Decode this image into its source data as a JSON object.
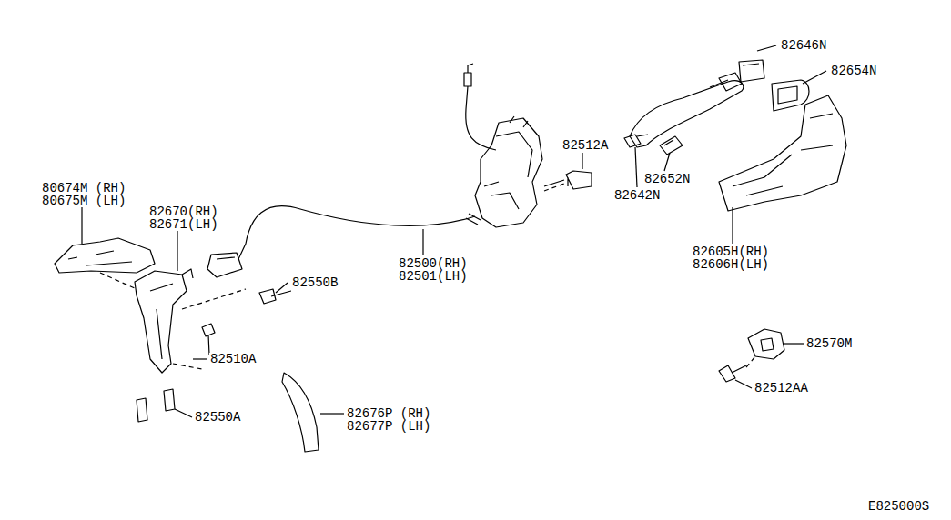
{
  "diagram": {
    "labels": [
      "82646N",
      "82654N",
      "82512A",
      "82652N",
      "82642N",
      "80674M (RH)",
      "80675M (LH)",
      "82670(RH)",
      "82671(LH)",
      "82500(RH)",
      "82501(LH)",
      "82605H(RH)",
      "82606H(LH)",
      "82550B",
      "82510A",
      "82570M",
      "82512AA",
      "82550A",
      "82676P (RH)",
      "82677P (LH)",
      "E825000S"
    ]
  }
}
